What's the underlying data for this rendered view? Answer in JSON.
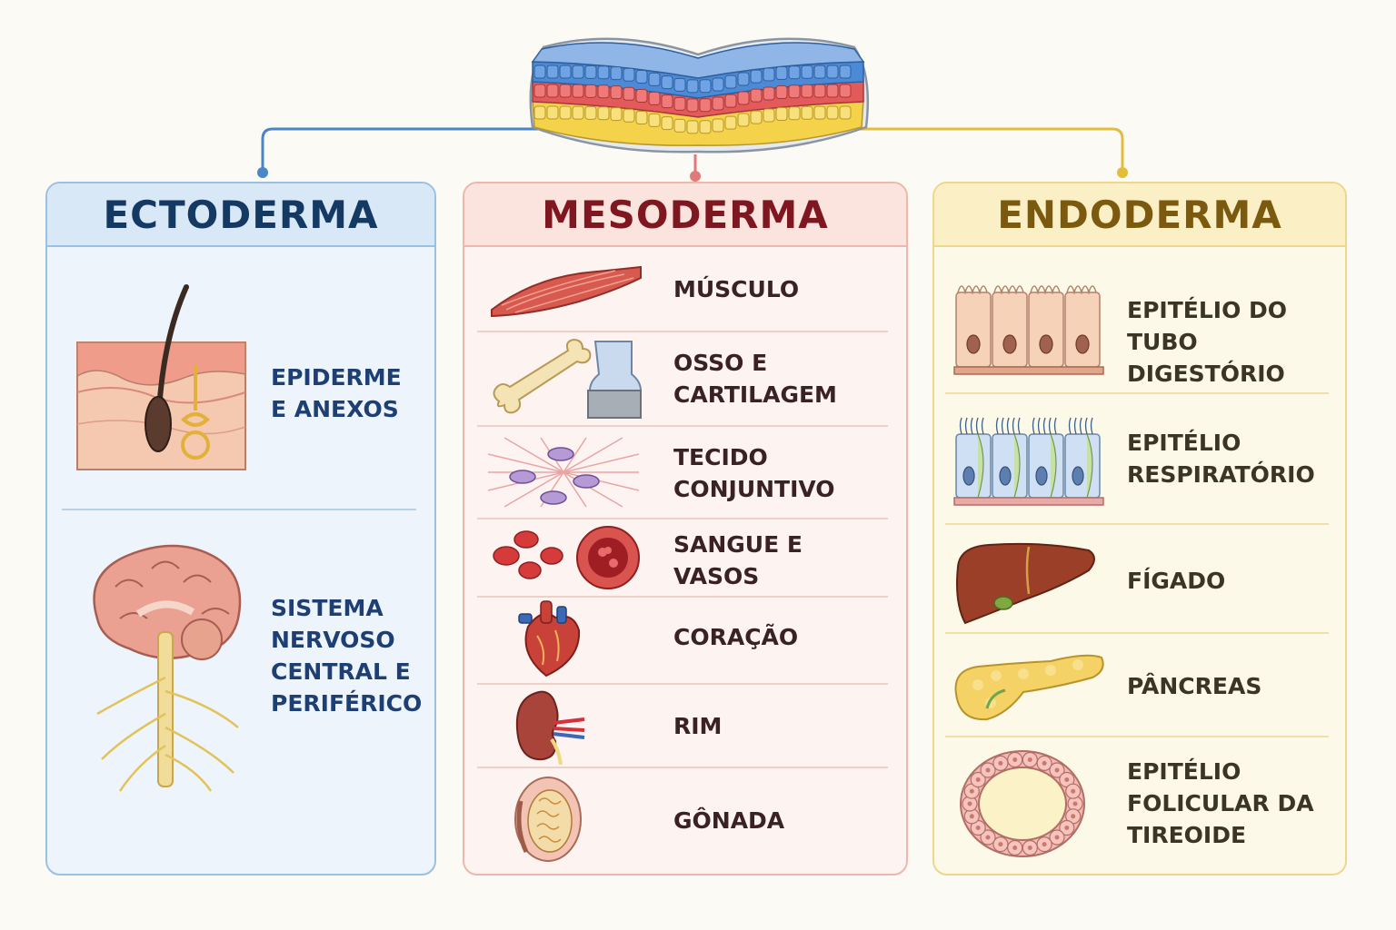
{
  "panels": {
    "ectoderma": {
      "title": "ECTODERMA",
      "items": [
        "EPIDERME\nE ANEXOS",
        "SISTEMA\nNERVOSO\nCENTRAL E\nPERIFÉRICO"
      ]
    },
    "mesoderma": {
      "title": "MESODERMA",
      "items": [
        "MÚSCULO",
        "OSSO E\nCARTILAGEM",
        "TECIDO\nCONJUNTIVO",
        "SANGUE E\nVASOS",
        "CORAÇÃO",
        "RIM",
        "GÔNADA"
      ]
    },
    "endoderma": {
      "title": "ENDODERMA",
      "items": [
        "EPITÉLIO DO\nTUBO DIGESTÓRIO",
        "EPITÉLIO\nRESPIRATÓRIO",
        "FÍGADO",
        "PÂNCREAS",
        "EPITÉLIO\nFOLICULAR DA\nTIREOIDE"
      ]
    }
  },
  "colors": {
    "ectoderm": "#3f78c2",
    "mesoderm": "#d9534f",
    "endoderm": "#e8c23a"
  }
}
